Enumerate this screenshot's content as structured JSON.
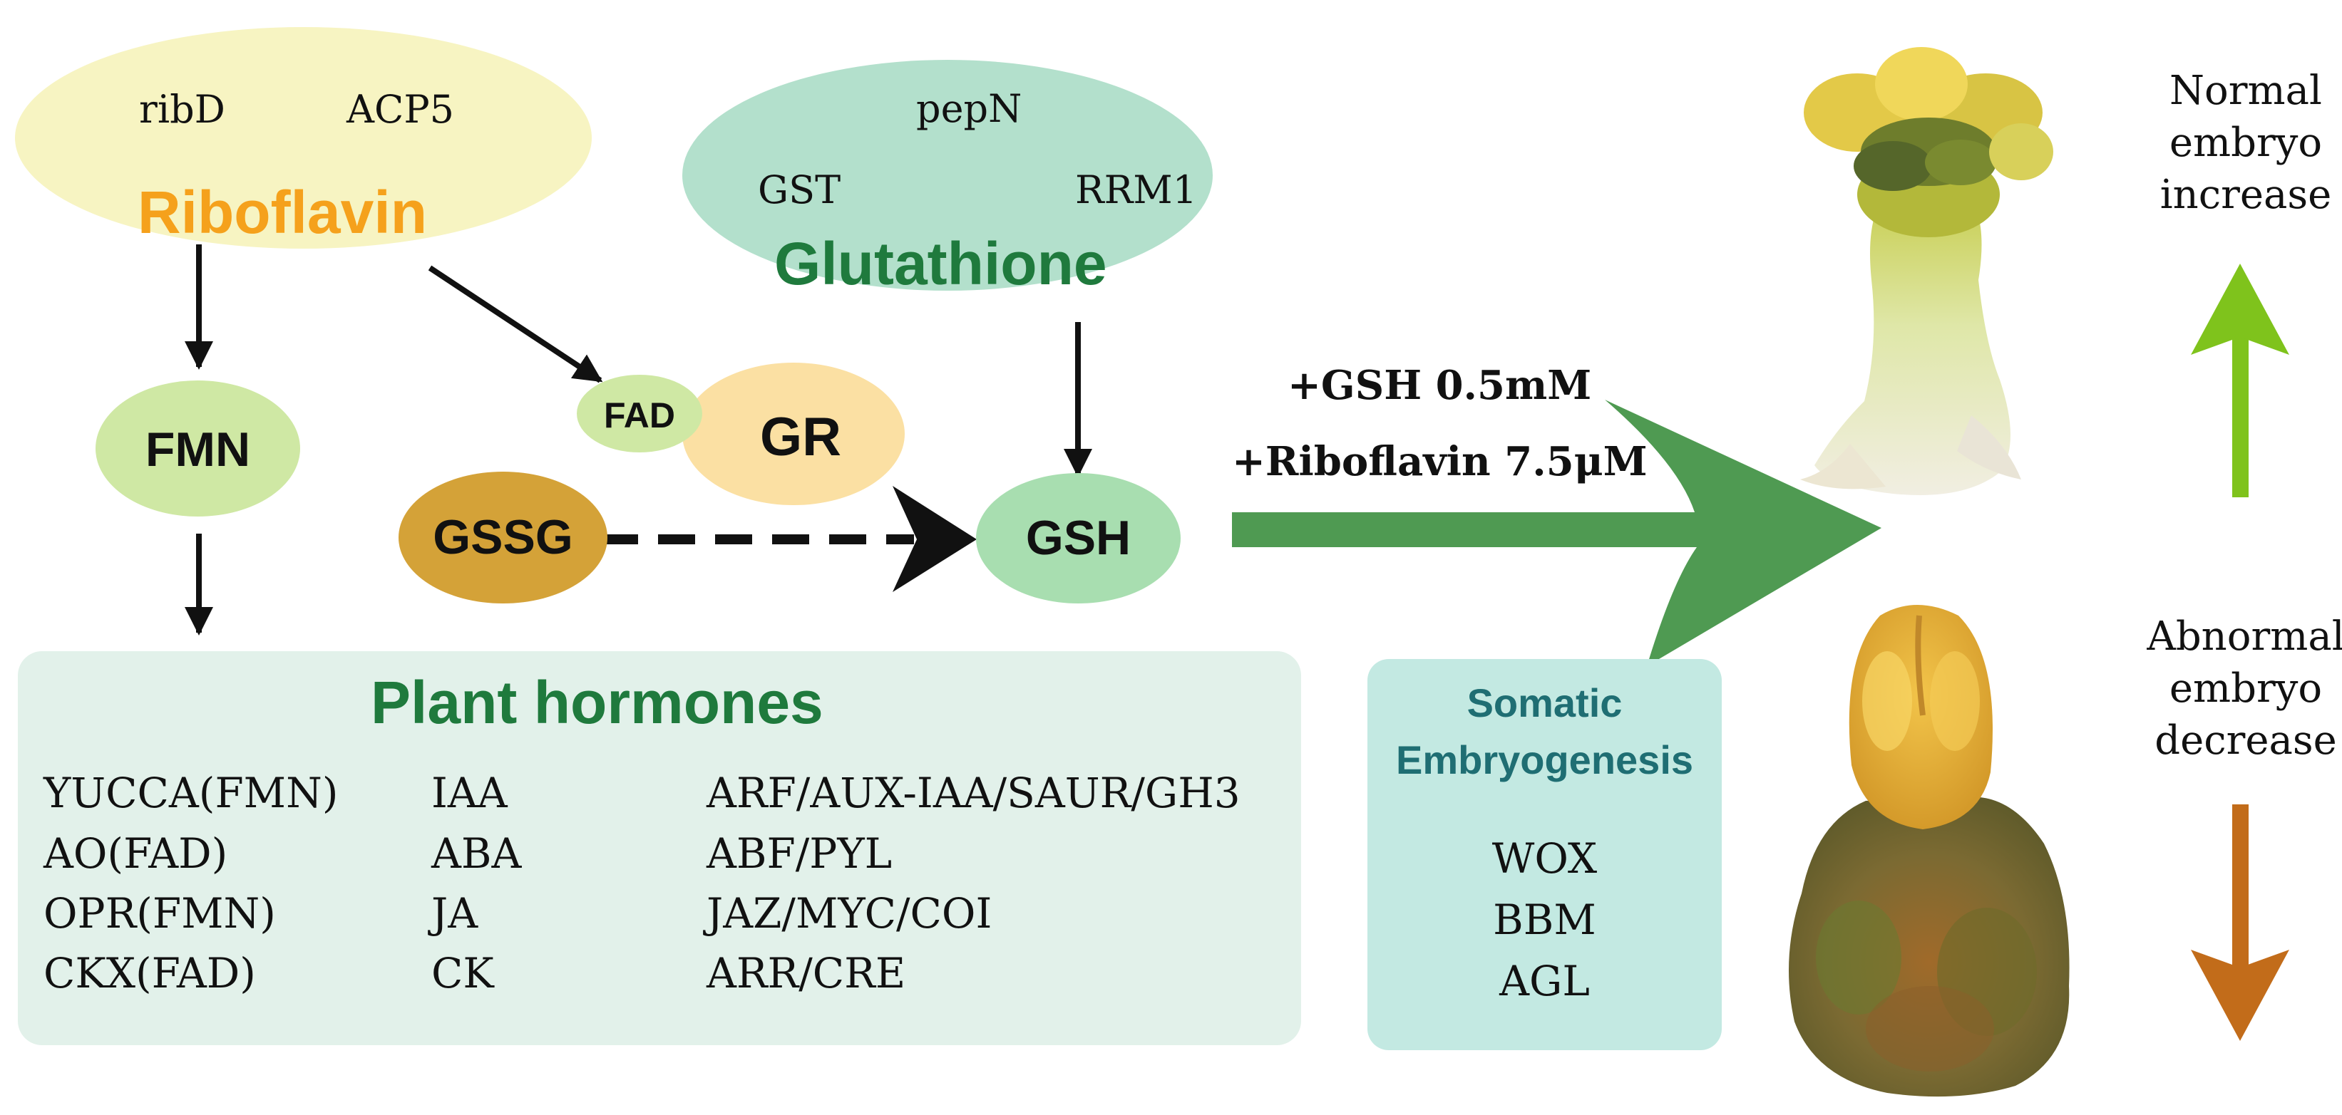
{
  "riboflavin": {
    "gene_1": "ribD",
    "gene_2": "ACP5",
    "title": "Riboflavin"
  },
  "glutathione": {
    "gene_1": "pepN",
    "gene_2": "GST",
    "gene_3": "RRM1",
    "title": "Glutathione"
  },
  "nodes": {
    "fmn": "FMN",
    "fad": "FAD",
    "gr": "GR",
    "gssg": "GSSG",
    "gsh": "GSH"
  },
  "treatment": {
    "line_1": "+GSH 0.5mM",
    "line_2": "+Riboflavin 7.5μM"
  },
  "plant_hormones": {
    "title": "Plant hormones",
    "enzymes": [
      "YUCCA(FMN)",
      "AO(FAD)",
      "OPR(FMN)",
      "CKX(FAD)"
    ],
    "hormones": [
      "IAA",
      "ABA",
      "JA",
      "CK"
    ],
    "genes": [
      "ARF/AUX-IAA/SAUR/GH3",
      "ABF/PYL",
      "JAZ/MYC/COI",
      "ARR/CRE"
    ]
  },
  "somatic": {
    "title_line_1": "Somatic",
    "title_line_2": "Embryogenesis",
    "genes": [
      "WOX",
      "BBM",
      "AGL"
    ]
  },
  "outcomes": {
    "normal": "Normal\nembryo\nincrease",
    "abnormal": "Abnormal\nembryo\ndecrease"
  },
  "colors": {
    "riboflavin_fill": "#f7f4c2",
    "riboflavin_text": "#f5a11c",
    "glutathione_fill": "#b3e0cc",
    "glutathione_text": "#1f7a3d",
    "fmn_fill": "#cfe8a4",
    "fad_fill": "#cfe8a4",
    "gr_fill": "#fbe0a3",
    "gssg_fill": "#d4a238",
    "gsh_fill": "#a8deb0",
    "hormones_box": "#e2f1ea",
    "hormones_title": "#1f7a3d",
    "somatic_box": "#c3e9e2",
    "somatic_title": "#1f6e73",
    "big_arrow": "#4f9a52",
    "up_arrow": "#7fc31c",
    "down_arrow": "#c26c1a"
  }
}
